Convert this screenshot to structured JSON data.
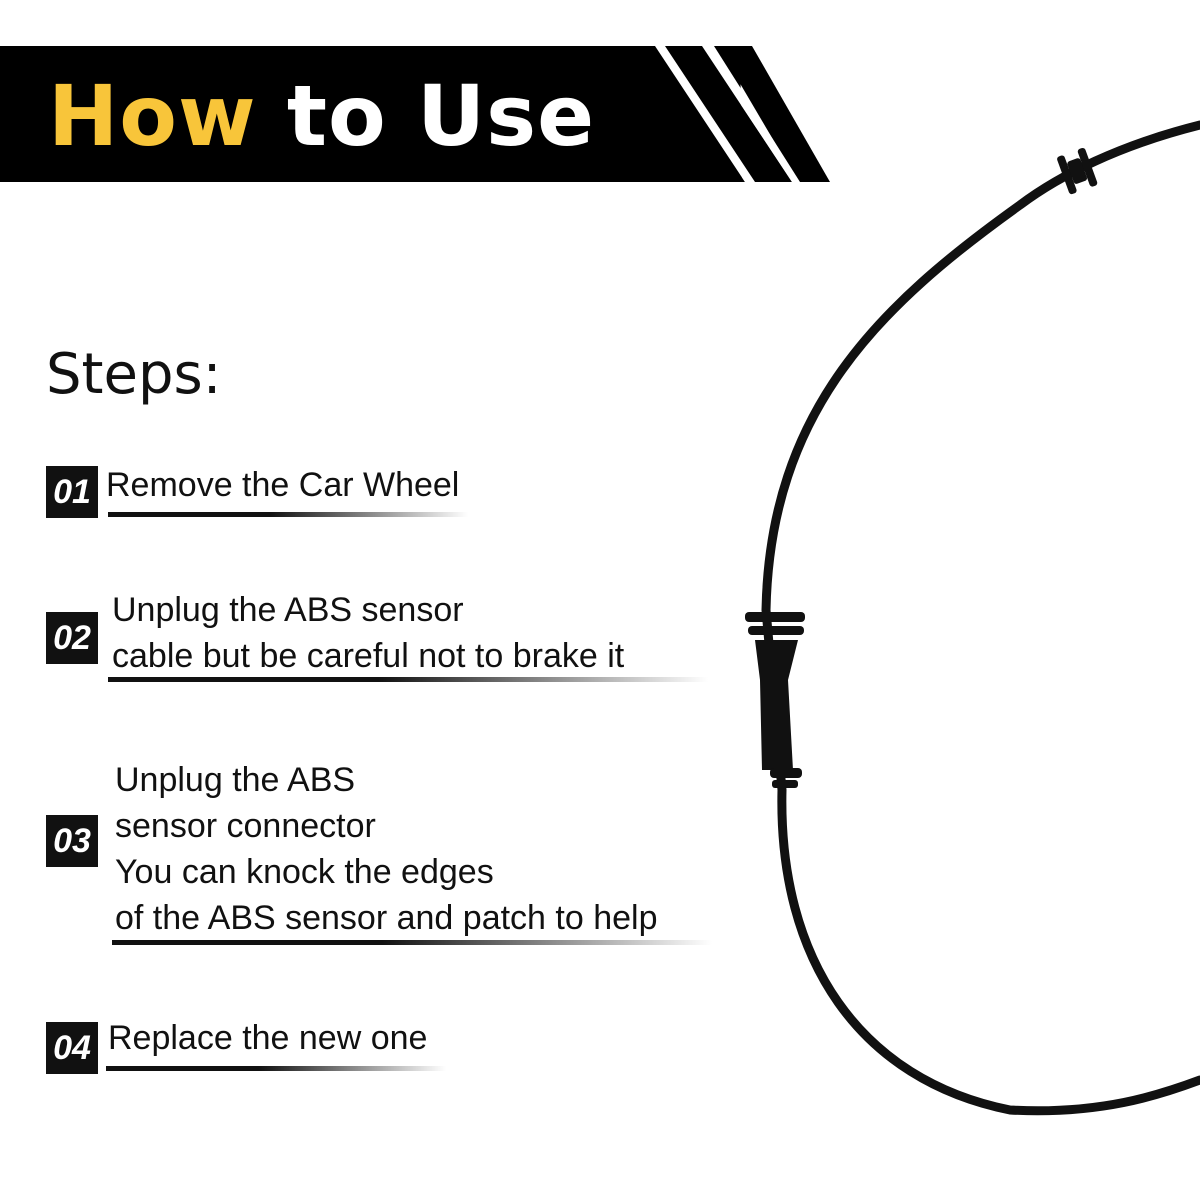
{
  "banner": {
    "title_accent": "How",
    "title_rest": " to Use",
    "colors": {
      "background": "#000000",
      "accent": "#f8c53a",
      "text": "#ffffff"
    }
  },
  "steps_heading": "Steps:",
  "steps": [
    {
      "number": "01",
      "lines": [
        "Remove the Car Wheel"
      ]
    },
    {
      "number": "02",
      "lines": [
        "Unplug the ABS sensor",
        "cable but be careful not to brake it"
      ]
    },
    {
      "number": "03",
      "lines": [
        "Unplug the ABS",
        "sensor connector",
        "You can knock the edges",
        "of the ABS sensor and patch to help"
      ]
    },
    {
      "number": "04",
      "lines": [
        "Replace the new one"
      ]
    }
  ],
  "product_image": "abs-sensor-cable"
}
